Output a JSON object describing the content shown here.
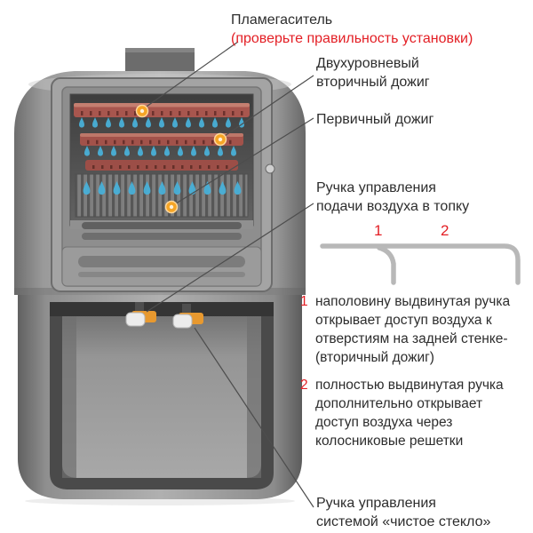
{
  "annotations": {
    "flame_arrester": {
      "title": "Пламегаситель",
      "note": "(проверьте правильность установки)"
    },
    "secondary": {
      "line1": "Двухуровневый",
      "line2": "вторичный дожиг"
    },
    "primary": "Первичный дожиг",
    "air_handle": {
      "line1": "Ручка управления",
      "line2": "подачи воздуха в топку"
    },
    "clean_glass": {
      "line1": "Ручка управления",
      "line2": "системой «чистое стекло»"
    },
    "positions": {
      "pos1": "1",
      "pos2": "2"
    },
    "notes": [
      {
        "num": "1",
        "lines": [
          "наполовину выдвинутая ручка",
          "открывает доступ воздуха к",
          "отверстиям на задней стенке-",
          "(вторичный дожиг)"
        ]
      },
      {
        "num": "2",
        "lines": [
          "полностью выдвинутая ручка",
          "дополнительно открывает",
          "доступ воздуха через",
          "колосниковые решетки"
        ]
      }
    ]
  },
  "colors": {
    "accent_red": "#e31e24",
    "text": "#2d2d2d",
    "flame_blue": "#49b0d8",
    "marker_orange": "#f6a526",
    "stove_gray": "#b0b0b0",
    "burn_tube_red": "#a8564e"
  }
}
